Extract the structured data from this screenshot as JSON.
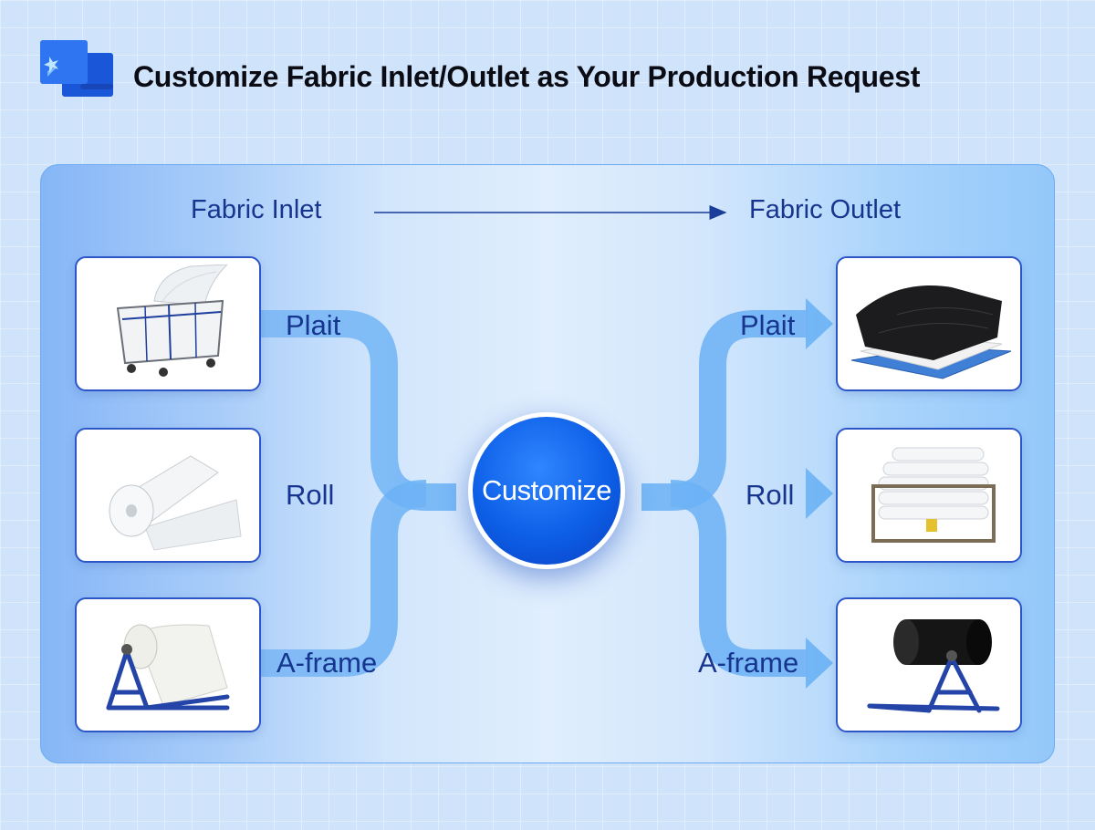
{
  "header": {
    "title": "Customize Fabric Inlet/Outlet as Your Production Request",
    "logo_icon": "fabric-roll-logo-icon"
  },
  "inlet": {
    "title": "Fabric Inlet",
    "items": [
      {
        "label": "Plait",
        "icon": "fabric-cart-plait-icon"
      },
      {
        "label": "Roll",
        "icon": "fabric-roll-icon"
      },
      {
        "label": "A-frame",
        "icon": "a-frame-stand-icon"
      }
    ]
  },
  "outlet": {
    "title": "Fabric Outlet",
    "items": [
      {
        "label": "Plait",
        "icon": "folded-fabric-pallet-icon"
      },
      {
        "label": "Roll",
        "icon": "stacked-rolls-icon"
      },
      {
        "label": "A-frame",
        "icon": "a-frame-black-roll-icon"
      }
    ]
  },
  "center": {
    "label": "Customize"
  },
  "colors": {
    "accent": "#0d5fe6",
    "text_blue": "#17358f",
    "card_border": "#2c56c8",
    "flow_band": "#6fb4f6"
  }
}
